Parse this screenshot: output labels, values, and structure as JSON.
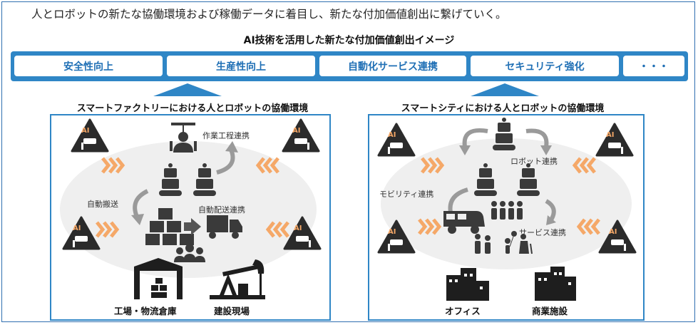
{
  "headline": "人とロボットの新たな協働環境および稼働データに着目し、新たな付加価値創出に繋げていく。",
  "subtitle": "AI技術を活用した新たな付加価値創出イメージ",
  "values": [
    "安全性向上",
    "生産性向上",
    "自動化サービス連携",
    "セキュリティ強化",
    "・・・"
  ],
  "ai_badge": "AI",
  "left_panel": {
    "title": "スマートファクトリーにおける人とロボットの協働環境",
    "labels": {
      "process": "作業工程連携",
      "transport": "自動搬送",
      "delivery": "自動配送連携"
    },
    "sites": [
      "工場・物流倉庫",
      "建設現場"
    ]
  },
  "right_panel": {
    "title": "スマートシティにおける人とロボットの協働環境",
    "labels": {
      "robot": "ロボット連携",
      "mobility": "モビリティ連携",
      "service": "サービス連携"
    },
    "sites": [
      "オフィス",
      "商業施設"
    ]
  },
  "colors": {
    "accent": "#2f86c6",
    "chevron": "#f5a868",
    "ellipse": "#efefef",
    "icon": "#3a3a3a"
  }
}
